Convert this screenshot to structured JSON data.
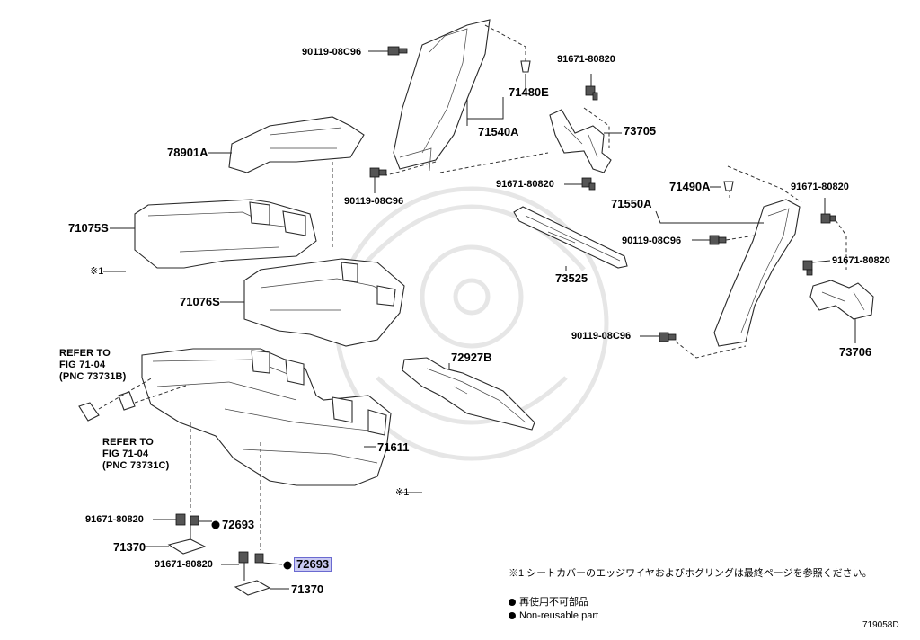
{
  "labels": {
    "p90119_top": "90119-08C96",
    "p91671_top": "91671-80820",
    "p71480E": "71480E",
    "p71540A": "71540A",
    "p73705": "73705",
    "p78901A": "78901A",
    "p90119_mid": "90119-08C96",
    "p91671_mid": "91671-80820",
    "p71490A": "71490A",
    "p71550A": "71550A",
    "p91671_right": "91671-80820",
    "p90119_right": "90119-08C96",
    "p91671_right2": "91671-80820",
    "p71075S": "71075S",
    "p73525": "73525",
    "p71076S": "71076S",
    "p90119_low": "90119-08C96",
    "p73706": "73706",
    "p72927B": "72927B",
    "p71611": "71611",
    "p91671_bl1": "91671-80820",
    "p72693_a": "72693",
    "p71370_a": "71370",
    "p91671_bl2": "91671-80820",
    "p72693_b": "72693",
    "p71370_b": "71370",
    "ref_a1": "REFER TO",
    "ref_a2": "FIG 71-04",
    "ref_a3": "(PNC 73731B)",
    "ref_b1": "REFER TO",
    "ref_b2": "FIG 71-04",
    "ref_b3": "(PNC 73731C)",
    "note_mark_left": "※1",
    "note_mark_right": "※1"
  },
  "notes": {
    "footnote": "※1  シートカバーのエッジワイヤおよびホグリングは最終ページを参照ください。",
    "legend_jp": "再使用不可部品",
    "legend_en": "Non-reusable part",
    "figure_id": "719058D"
  },
  "colors": {
    "highlight": "#c9c9f2",
    "line": "#2a2a2a"
  }
}
